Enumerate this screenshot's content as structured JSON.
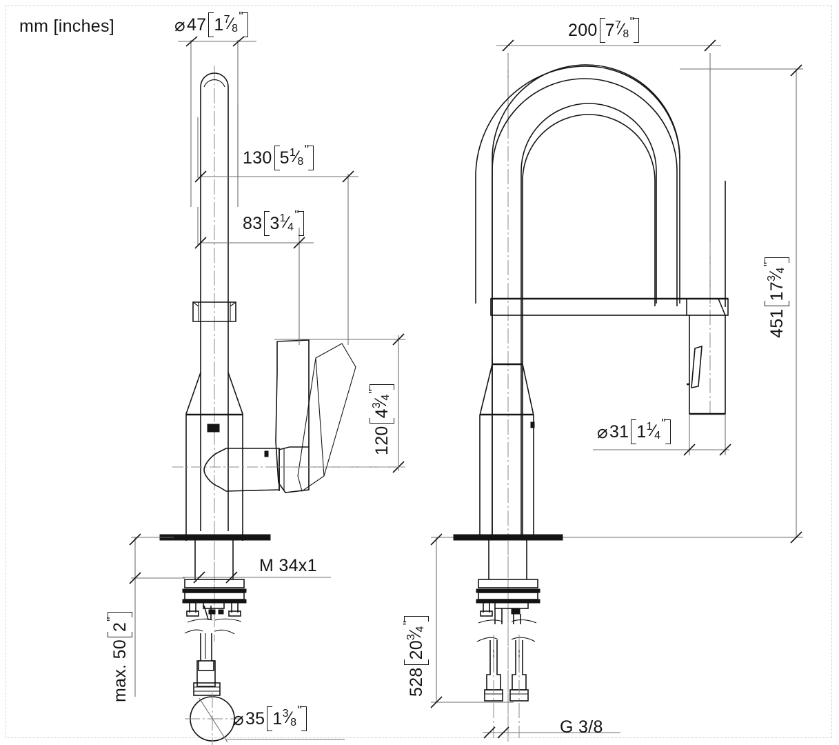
{
  "drawing": {
    "title_note": "mm [inches]",
    "product": "kitchen-mixer-tap-pull-down-spray",
    "views": [
      "side-view-left",
      "front-view-right"
    ],
    "line_color": "#141414",
    "dimension_line_color": "#6e6e6e",
    "background": "#ffffff",
    "border_style": "dotted"
  },
  "dimensions": {
    "spout_diameter": {
      "value": "47",
      "symbol": "Ø",
      "inch_whole": "1",
      "inch_num": "7",
      "inch_den": "8",
      "inch_mark": "\"",
      "position": "top-left-view"
    },
    "reach_130": {
      "value": "130",
      "symbol": "",
      "inch_whole": "5",
      "inch_num": "1",
      "inch_den": "8",
      "inch_mark": "\"",
      "position": "left-view-upper"
    },
    "reach_83": {
      "value": "83",
      "symbol": "",
      "inch_whole": "3",
      "inch_num": "1",
      "inch_den": "4",
      "inch_mark": "\"",
      "position": "left-view-mid"
    },
    "handle_clearance_120": {
      "value": "120",
      "symbol": "",
      "inch_whole": "4",
      "inch_num": "3",
      "inch_den": "4",
      "inch_mark": "\"",
      "position": "left-view-handle-vertical",
      "rotated": true
    },
    "max_50": {
      "value": "max. 50",
      "symbol": "",
      "inch_whole": "2",
      "inch_num": "",
      "inch_den": "",
      "inch_mark": "\"",
      "position": "left-view-below-deck",
      "rotated": true
    },
    "thread_m34": {
      "label": "M 34x1",
      "position": "left-view-mounting-shank"
    },
    "hose_hole_35": {
      "value": "35",
      "symbol": "Ø",
      "inch_whole": "1",
      "inch_num": "3",
      "inch_den": "8",
      "inch_mark": "\"",
      "position": "left-view-bottom-hose"
    },
    "width_200": {
      "value": "200",
      "symbol": "",
      "inch_whole": "7",
      "inch_num": "7",
      "inch_den": "8",
      "inch_mark": "\"",
      "position": "right-view-top"
    },
    "height_451": {
      "value": "451",
      "symbol": "",
      "inch_whole": "17",
      "inch_num": "3",
      "inch_den": "4",
      "inch_mark": "\"",
      "position": "right-view-right-vertical",
      "rotated": true
    },
    "spray_head_31": {
      "value": "31",
      "symbol": "Ø",
      "inch_whole": "1",
      "inch_num": "1",
      "inch_den": "4",
      "inch_mark": "\"",
      "position": "right-view-spray-head"
    },
    "supply_528": {
      "value": "528",
      "symbol": "",
      "inch_whole": "20",
      "inch_num": "3",
      "inch_den": "4",
      "inch_mark": "\"",
      "position": "right-view-left-vertical",
      "rotated": true
    },
    "connection_thread": {
      "label": "G 3/8",
      "position": "right-view-bottom-supply-hoses"
    }
  }
}
